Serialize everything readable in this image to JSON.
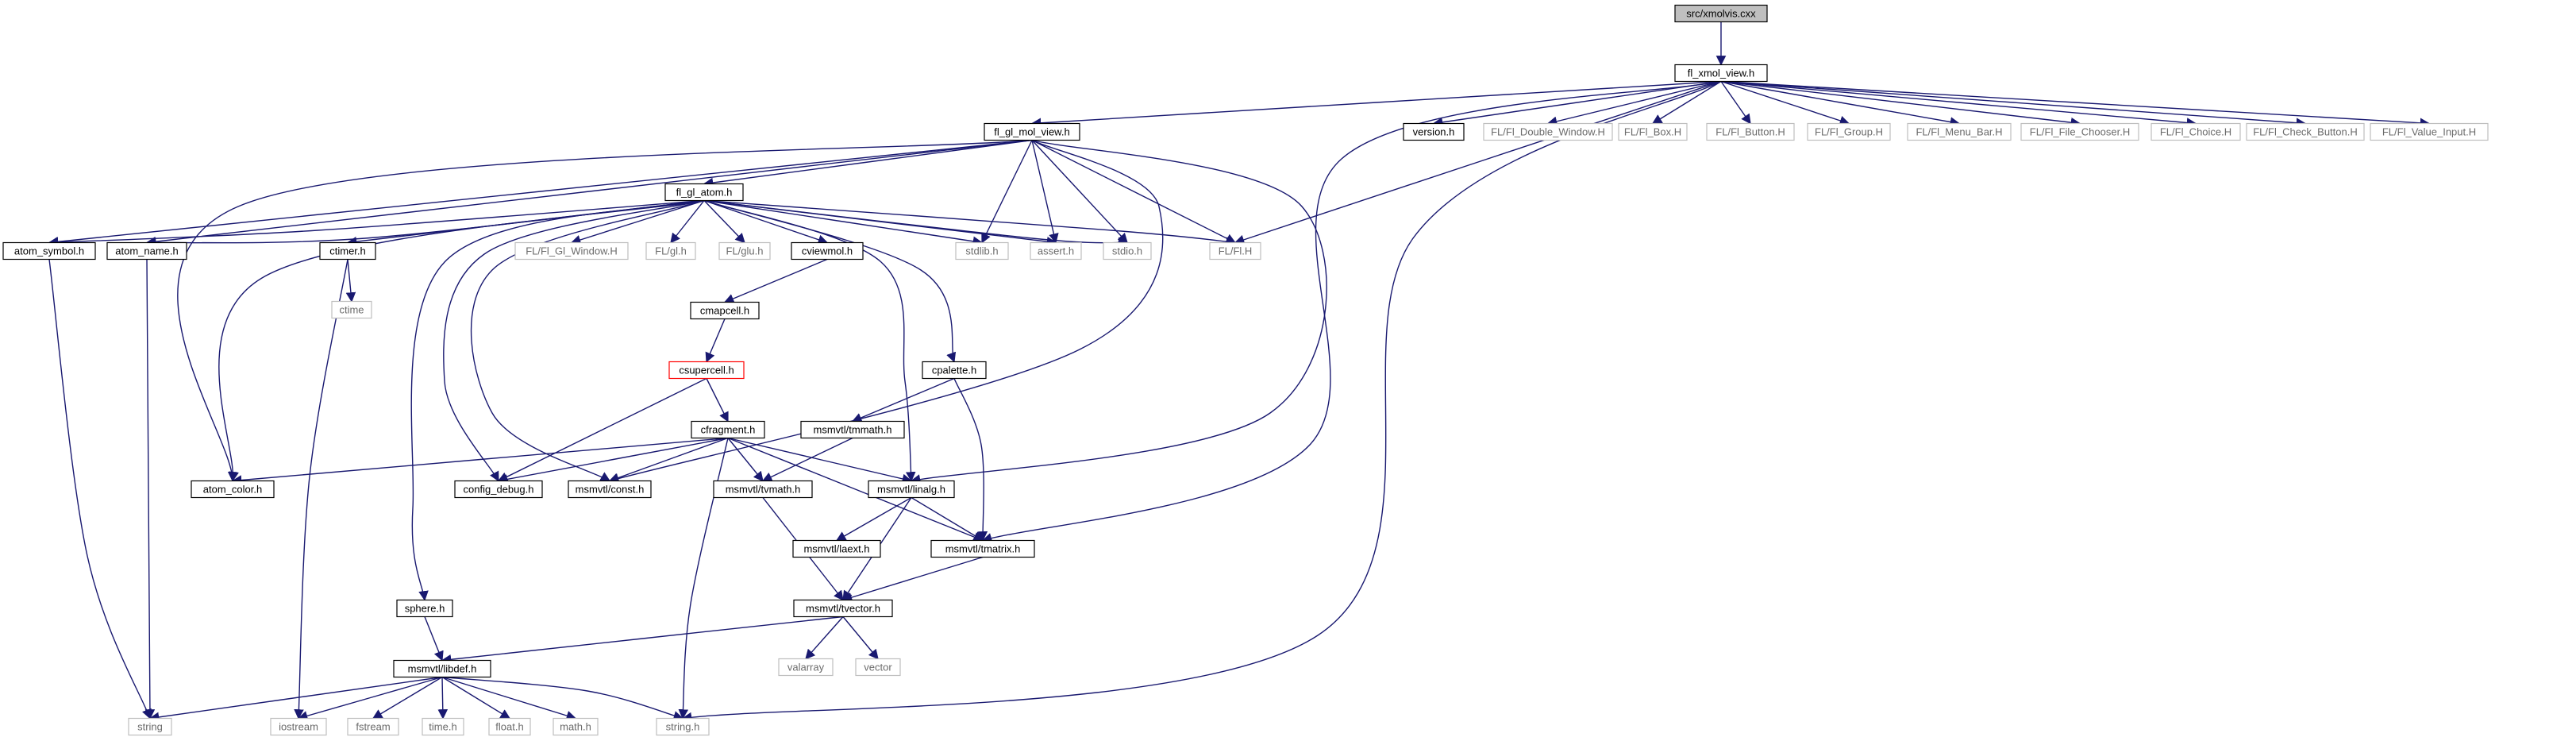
{
  "colors": {
    "edge": "#191970",
    "box_border": "#000000",
    "external_border": "#bfbfbf",
    "missing_border": "#ff0000",
    "root_fill": "#bfbfbf",
    "node_fill": "#ffffff"
  },
  "nodes": [
    {
      "id": "xmolvis",
      "label": "src/xmolvis.cxx",
      "kind": "root"
    },
    {
      "id": "fl_xmol_view",
      "label": "fl_xmol_view.h",
      "kind": "file"
    },
    {
      "id": "fl_gl_mol_view",
      "label": "fl_gl_mol_view.h",
      "kind": "file"
    },
    {
      "id": "version",
      "label": "version.h",
      "kind": "file"
    },
    {
      "id": "fl_double_window",
      "label": "FL/Fl_Double_Window.H",
      "kind": "external"
    },
    {
      "id": "fl_box",
      "label": "FL/Fl_Box.H",
      "kind": "external"
    },
    {
      "id": "fl_button",
      "label": "FL/Fl_Button.H",
      "kind": "external"
    },
    {
      "id": "fl_group",
      "label": "FL/Fl_Group.H",
      "kind": "external"
    },
    {
      "id": "fl_menu_bar",
      "label": "FL/Fl_Menu_Bar.H",
      "kind": "external"
    },
    {
      "id": "fl_file_chooser",
      "label": "FL/Fl_File_Chooser.H",
      "kind": "external"
    },
    {
      "id": "fl_choice",
      "label": "FL/Fl_Choice.H",
      "kind": "external"
    },
    {
      "id": "fl_check_button",
      "label": "FL/Fl_Check_Button.H",
      "kind": "external"
    },
    {
      "id": "fl_value_input",
      "label": "FL/Fl_Value_Input.H",
      "kind": "external"
    },
    {
      "id": "fl_gl_atom",
      "label": "fl_gl_atom.h",
      "kind": "file"
    },
    {
      "id": "atom_symbol",
      "label": "atom_symbol.h",
      "kind": "file"
    },
    {
      "id": "atom_name",
      "label": "atom_name.h",
      "kind": "file"
    },
    {
      "id": "ctimer",
      "label": "ctimer.h",
      "kind": "file"
    },
    {
      "id": "fl_gl_window",
      "label": "FL/Fl_Gl_Window.H",
      "kind": "external"
    },
    {
      "id": "fl_gl",
      "label": "FL/gl.h",
      "kind": "external"
    },
    {
      "id": "fl_glu",
      "label": "FL/glu.h",
      "kind": "external"
    },
    {
      "id": "cviewmol",
      "label": "cviewmol.h",
      "kind": "file"
    },
    {
      "id": "stdlib",
      "label": "stdlib.h",
      "kind": "external"
    },
    {
      "id": "assert",
      "label": "assert.h",
      "kind": "external"
    },
    {
      "id": "stdio",
      "label": "stdio.h",
      "kind": "external"
    },
    {
      "id": "fl_fl",
      "label": "FL/Fl.H",
      "kind": "external"
    },
    {
      "id": "ctime",
      "label": "ctime",
      "kind": "external"
    },
    {
      "id": "cmapcell",
      "label": "cmapcell.h",
      "kind": "file"
    },
    {
      "id": "csupercell",
      "label": "csupercell.h",
      "kind": "missing"
    },
    {
      "id": "cpalette",
      "label": "cpalette.h",
      "kind": "file"
    },
    {
      "id": "cfragment",
      "label": "cfragment.h",
      "kind": "file"
    },
    {
      "id": "tmmath",
      "label": "msmvtl/tmmath.h",
      "kind": "file"
    },
    {
      "id": "atom_color",
      "label": "atom_color.h",
      "kind": "file"
    },
    {
      "id": "config_debug",
      "label": "config_debug.h",
      "kind": "file"
    },
    {
      "id": "const",
      "label": "msmvtl/const.h",
      "kind": "file"
    },
    {
      "id": "tvmath",
      "label": "msmvtl/tvmath.h",
      "kind": "file"
    },
    {
      "id": "linalg",
      "label": "msmvtl/linalg.h",
      "kind": "file"
    },
    {
      "id": "laext",
      "label": "msmvtl/laext.h",
      "kind": "file"
    },
    {
      "id": "tmatrix",
      "label": "msmvtl/tmatrix.h",
      "kind": "file"
    },
    {
      "id": "sphere",
      "label": "sphere.h",
      "kind": "file"
    },
    {
      "id": "tvector",
      "label": "msmvtl/tvector.h",
      "kind": "file"
    },
    {
      "id": "libdef",
      "label": "msmvtl/libdef.h",
      "kind": "file"
    },
    {
      "id": "valarray",
      "label": "valarray",
      "kind": "external"
    },
    {
      "id": "vector",
      "label": "vector",
      "kind": "external"
    },
    {
      "id": "string",
      "label": "string",
      "kind": "external"
    },
    {
      "id": "iostream",
      "label": "iostream",
      "kind": "external"
    },
    {
      "id": "fstream",
      "label": "fstream",
      "kind": "external"
    },
    {
      "id": "time_h",
      "label": "time.h",
      "kind": "external"
    },
    {
      "id": "float_h",
      "label": "float.h",
      "kind": "external"
    },
    {
      "id": "math_h",
      "label": "math.h",
      "kind": "external"
    },
    {
      "id": "string_h",
      "label": "string.h",
      "kind": "external"
    }
  ],
  "edges": [
    [
      "xmolvis",
      "fl_xmol_view"
    ],
    [
      "fl_xmol_view",
      "fl_gl_mol_view"
    ],
    [
      "fl_xmol_view",
      "version"
    ],
    [
      "fl_xmol_view",
      "fl_double_window"
    ],
    [
      "fl_xmol_view",
      "fl_box"
    ],
    [
      "fl_xmol_view",
      "fl_button"
    ],
    [
      "fl_xmol_view",
      "fl_group"
    ],
    [
      "fl_xmol_view",
      "fl_menu_bar"
    ],
    [
      "fl_xmol_view",
      "fl_file_chooser"
    ],
    [
      "fl_xmol_view",
      "fl_choice"
    ],
    [
      "fl_xmol_view",
      "fl_check_button"
    ],
    [
      "fl_xmol_view",
      "fl_value_input"
    ],
    [
      "fl_xmol_view",
      "fl_fl"
    ],
    [
      "fl_xmol_view",
      "tmatrix"
    ],
    [
      "fl_xmol_view",
      "string_h"
    ],
    [
      "fl_gl_mol_view",
      "fl_gl_atom"
    ],
    [
      "fl_gl_mol_view",
      "atom_symbol"
    ],
    [
      "fl_gl_mol_view",
      "atom_name"
    ],
    [
      "fl_gl_mol_view",
      "atom_color"
    ],
    [
      "fl_gl_mol_view",
      "stdlib"
    ],
    [
      "fl_gl_mol_view",
      "assert"
    ],
    [
      "fl_gl_mol_view",
      "stdio"
    ],
    [
      "fl_gl_mol_view",
      "fl_fl"
    ],
    [
      "fl_gl_mol_view",
      "const"
    ],
    [
      "fl_gl_mol_view",
      "linalg"
    ],
    [
      "fl_gl_atom",
      "atom_symbol"
    ],
    [
      "fl_gl_atom",
      "atom_name"
    ],
    [
      "fl_gl_atom",
      "ctimer"
    ],
    [
      "fl_gl_atom",
      "fl_gl_window"
    ],
    [
      "fl_gl_atom",
      "fl_gl"
    ],
    [
      "fl_gl_atom",
      "fl_glu"
    ],
    [
      "fl_gl_atom",
      "cviewmol"
    ],
    [
      "fl_gl_atom",
      "stdlib"
    ],
    [
      "fl_gl_atom",
      "assert"
    ],
    [
      "fl_gl_atom",
      "stdio"
    ],
    [
      "fl_gl_atom",
      "fl_fl"
    ],
    [
      "fl_gl_atom",
      "atom_color"
    ],
    [
      "fl_gl_atom",
      "config_debug"
    ],
    [
      "fl_gl_atom",
      "const"
    ],
    [
      "fl_gl_atom",
      "linalg"
    ],
    [
      "fl_gl_atom",
      "cpalette"
    ],
    [
      "fl_gl_atom",
      "sphere"
    ],
    [
      "ctimer",
      "ctime"
    ],
    [
      "ctimer",
      "iostream"
    ],
    [
      "cviewmol",
      "cmapcell"
    ],
    [
      "cmapcell",
      "csupercell"
    ],
    [
      "csupercell",
      "cfragment"
    ],
    [
      "csupercell",
      "config_debug"
    ],
    [
      "cpalette",
      "tmmath"
    ],
    [
      "cpalette",
      "tmatrix"
    ],
    [
      "tmmath",
      "tvmath"
    ],
    [
      "cfragment",
      "atom_color"
    ],
    [
      "cfragment",
      "config_debug"
    ],
    [
      "cfragment",
      "const"
    ],
    [
      "cfragment",
      "tvmath"
    ],
    [
      "cfragment",
      "linalg"
    ],
    [
      "cfragment",
      "tmatrix"
    ],
    [
      "cfragment",
      "string_h"
    ],
    [
      "linalg",
      "laext"
    ],
    [
      "linalg",
      "tmatrix"
    ],
    [
      "linalg",
      "tvector"
    ],
    [
      "tvmath",
      "tvector"
    ],
    [
      "tmatrix",
      "tvector"
    ],
    [
      "atom_symbol",
      "string"
    ],
    [
      "atom_name",
      "string"
    ],
    [
      "sphere",
      "libdef"
    ],
    [
      "tvector",
      "libdef"
    ],
    [
      "tvector",
      "valarray"
    ],
    [
      "tvector",
      "vector"
    ],
    [
      "libdef",
      "string"
    ],
    [
      "libdef",
      "iostream"
    ],
    [
      "libdef",
      "fstream"
    ],
    [
      "libdef",
      "time_h"
    ],
    [
      "libdef",
      "float_h"
    ],
    [
      "libdef",
      "math_h"
    ],
    [
      "libdef",
      "string_h"
    ]
  ]
}
